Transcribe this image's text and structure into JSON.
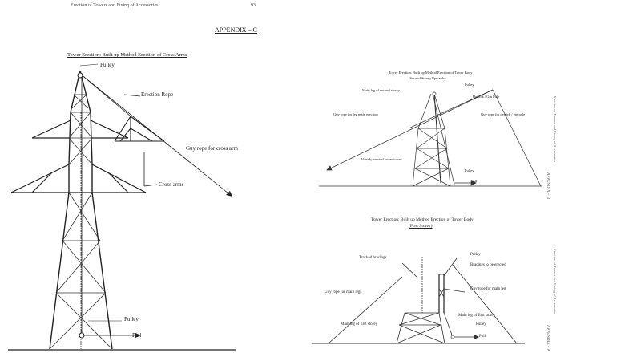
{
  "left_page": {
    "running_header": "Erection of Towers and Fixing of Accessories",
    "page_number": "93",
    "appendix": "APPENDIX – C",
    "figure_title": "Tower Erection: Built up Method Erection of Cross Arms",
    "labels": {
      "pulley_top": "Pulley",
      "erection_rope": "Erection Rope",
      "guy_rope_cross_arm": "Guy rope for cross arm",
      "cross_arms": "Cross arms",
      "pulley_bottom": "Pulley",
      "pull": "Pull"
    }
  },
  "right_top_figure": {
    "title": "Tower Erection: Built up Method Erection of Tower Body",
    "subtitle": "(Second Storey Upwards)",
    "labels": {
      "pulley": "Pulley",
      "main_leg_second_storey": "Main leg of second storey",
      "derrick_gin_pole": "Derrick / Gin Pole",
      "guy_rope_main_leg": "Guy rope for leg main erection",
      "guy_rope_derrick": "Guy rope for derrick / gin pole",
      "already_erected_tower": "Already erected lower tower",
      "pulley_bottom": "Pulley",
      "pull": "Pull"
    },
    "side_note": "Erection of Towers and Fixing of Accessories",
    "side_ref": "APPENDIX – B"
  },
  "right_bottom_figure": {
    "title": "Tower Erection: Built up Method Erection of Tower Body",
    "subtitle": "(First Storey)",
    "labels": {
      "pulley_top": "Pulley",
      "tracked_bracings": "Tracked bracings",
      "bracings_to_be_erected": "Bracings to be erected",
      "guy_rope_main_legs_left": "Guy rope for main legs",
      "guy_rope_main_leg_right": "Guy rope for main leg",
      "main_leg_first_storey_left": "Main leg of first storey",
      "main_leg_first_storey_right": "Main leg of first storey",
      "pulley_bottom": "Pulley",
      "pull": "Pull"
    },
    "side_note": "Erection of Towers and Fixing of Accessories",
    "side_ref": "APPENDIX – A"
  }
}
